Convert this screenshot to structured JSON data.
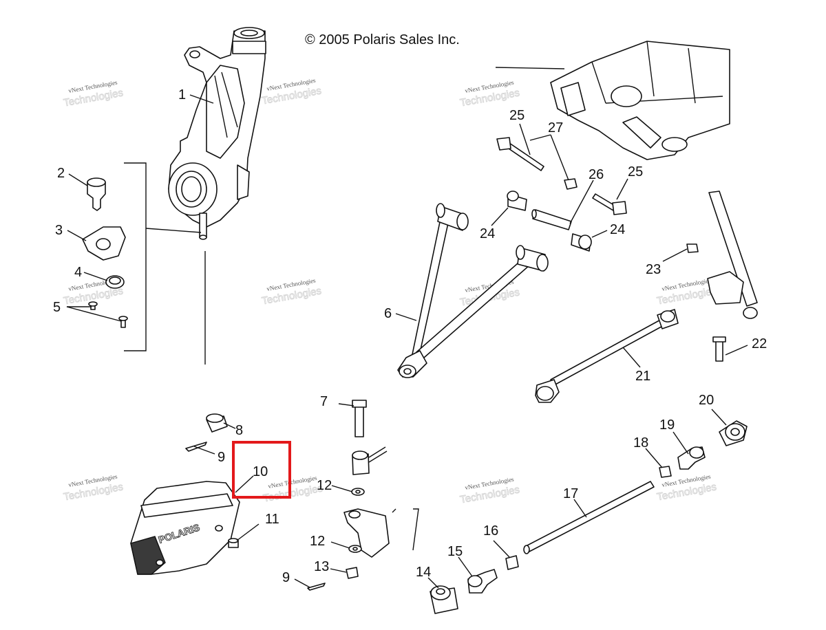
{
  "copyright": "© 2005 Polaris Sales Inc.",
  "brand_logo": "POLARIS",
  "watermark_line1": "vNext Technologies",
  "watermark_line2": "Technologies",
  "highlight_color": "#e3191b",
  "callouts": {
    "c1": "1",
    "c2": "2",
    "c3": "3",
    "c4": "4",
    "c5": "5",
    "c6": "6",
    "c7": "7",
    "c8": "8",
    "c9a": "9",
    "c9b": "9",
    "c10": "10",
    "c11": "11",
    "c12a": "12",
    "c12b": "12",
    "c13": "13",
    "c14": "14",
    "c15": "15",
    "c16": "16",
    "c17": "17",
    "c18": "18",
    "c19": "19",
    "c20": "20",
    "c21": "21",
    "c22": "22",
    "c23": "23",
    "c24a": "24",
    "c24b": "24",
    "c25a": "25",
    "c25b": "25",
    "c26": "26",
    "c27": "27"
  }
}
